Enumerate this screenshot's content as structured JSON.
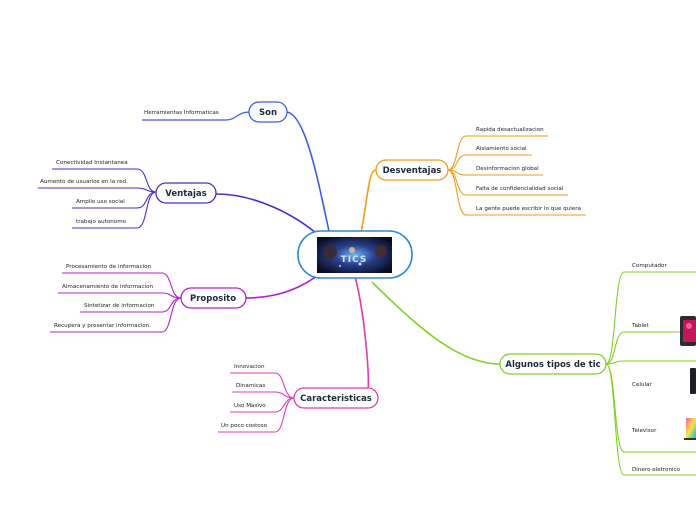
{
  "central": {
    "image_text": "TICS"
  },
  "branches": {
    "son": {
      "label": "Son",
      "color": "#3a5fe0",
      "items": [
        "Herramientas Informaticas"
      ]
    },
    "ventajas": {
      "label": "Ventajas",
      "color": "#4a2fbf",
      "items": [
        "Conectividad Instantanea",
        "Aumento de usuarios en la red.",
        "Amplio uso social",
        "trabajo autonomo"
      ]
    },
    "proposito": {
      "label": "Proposito",
      "color": "#b020c8",
      "items": [
        "Procesamiento de informacion",
        "Almacenamiento de informacion",
        "Sintetizar de informacion",
        "Recupera y presentar informacion."
      ]
    },
    "caracteristicas": {
      "label": "Caracteristicas",
      "color": "#e23bb0",
      "items": [
        "Innovacion",
        "Dinamicas",
        "Uso Masivo",
        "Un poco costoso"
      ]
    },
    "desventajas": {
      "label": "Desventajas",
      "color": "#f29b1a",
      "items": [
        "Rapida desactualizacion",
        "Aislamiento social",
        "Desinformacion global",
        "Falta de confidencialidad social",
        "La gente puede escribir lo que  quiera"
      ]
    },
    "tipos": {
      "label": "Algunos tipos de tic",
      "color": "#7ed321",
      "items": [
        "Computador",
        "Tablet",
        "Celular",
        "Televisor",
        "Dinero eletronico"
      ]
    }
  }
}
